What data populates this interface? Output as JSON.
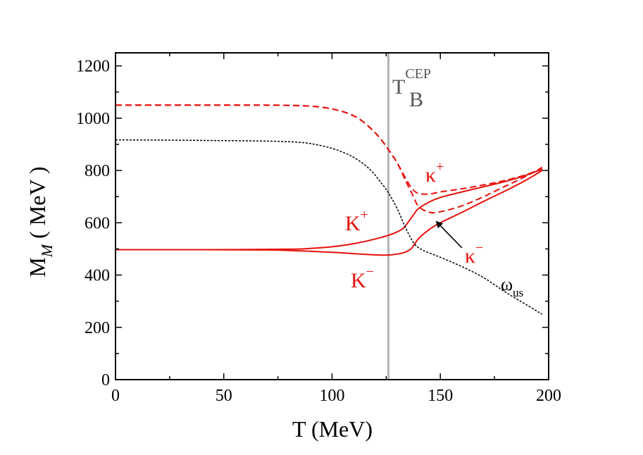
{
  "chart_data": {
    "type": "line",
    "xlabel": "T (MeV)",
    "ylabel_parts": {
      "main": "M",
      "sub": "M",
      "unit": " ( MeV )"
    },
    "xlim": [
      0,
      200
    ],
    "ylim": [
      0,
      1250
    ],
    "xticks": [
      0,
      50,
      100,
      150,
      200
    ],
    "yticks": [
      0,
      200,
      400,
      600,
      800,
      1000,
      1200
    ],
    "grid": false,
    "colors": {
      "red": "#e8100b",
      "black": "#000000",
      "vline": "#b4b4b4"
    },
    "vline": {
      "x": 126,
      "label_main": "T",
      "label_sub": "B",
      "label_sup": "CEP"
    },
    "series": [
      {
        "id": "kappa-plus",
        "style": "red-dashed",
        "x": [
          0,
          40,
          80,
          95,
          105,
          112,
          118,
          122,
          126,
          130,
          134,
          137,
          140,
          145,
          150,
          160,
          170,
          180,
          190,
          197
        ],
        "y": [
          1050,
          1050,
          1049,
          1042,
          1025,
          1000,
          960,
          925,
          880,
          830,
          770,
          730,
          712,
          710,
          718,
          730,
          745,
          762,
          785,
          808
        ]
      },
      {
        "id": "kappa-minus",
        "style": "red-dashed",
        "x": [
          0,
          40,
          80,
          95,
          105,
          112,
          118,
          122,
          126,
          130,
          134,
          137,
          140,
          145,
          150,
          160,
          170,
          180,
          190,
          197
        ],
        "y": [
          1050,
          1050,
          1049,
          1042,
          1025,
          1000,
          960,
          925,
          880,
          830,
          760,
          710,
          662,
          640,
          642,
          665,
          700,
          740,
          780,
          812
        ]
      },
      {
        "id": "K-plus",
        "style": "red-solid",
        "x": [
          0,
          40,
          80,
          90,
          100,
          110,
          120,
          126,
          130,
          133,
          136,
          138,
          140,
          145,
          150,
          160,
          170,
          180,
          190,
          197
        ],
        "y": [
          497,
          497,
          499,
          502,
          508,
          520,
          538,
          552,
          565,
          580,
          612,
          635,
          655,
          680,
          697,
          718,
          738,
          758,
          783,
          805
        ]
      },
      {
        "id": "K-minus",
        "style": "red-solid",
        "x": [
          0,
          40,
          70,
          80,
          90,
          100,
          110,
          118,
          124,
          128,
          132,
          135,
          137,
          140,
          145,
          150,
          160,
          170,
          180,
          190,
          197
        ],
        "y": [
          497,
          497,
          496,
          494,
          491,
          487,
          482,
          478,
          476,
          478,
          483,
          492,
          505,
          540,
          575,
          600,
          640,
          682,
          722,
          765,
          800
        ]
      },
      {
        "id": "omega-us",
        "style": "black-dotted",
        "x": [
          0,
          40,
          80,
          95,
          105,
          112,
          118,
          122,
          126,
          130,
          134,
          138,
          142,
          150,
          160,
          170,
          180,
          190,
          197
        ],
        "y": [
          917,
          915,
          910,
          895,
          870,
          840,
          800,
          760,
          715,
          655,
          580,
          520,
          495,
          468,
          432,
          390,
          335,
          285,
          250
        ]
      }
    ],
    "annotations": {
      "kappa_plus": {
        "main": "κ",
        "sup": "+"
      },
      "kappa_minus": {
        "main": "κ",
        "sup": "−"
      },
      "K_plus": {
        "main": "K",
        "sup": "+"
      },
      "K_minus": {
        "main": "K",
        "sup": "−"
      },
      "omega": {
        "main": "ω",
        "sub": "us"
      }
    }
  }
}
